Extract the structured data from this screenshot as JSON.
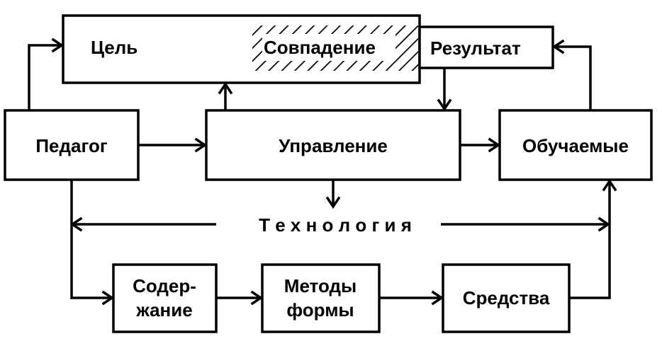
{
  "diagram": {
    "nodes": {
      "goal": "Цель",
      "match": "Совпадение",
      "result": "Результат",
      "teacher": "Педагог",
      "management": "Управление",
      "learners": "Обучаемые",
      "technology": "Т е х н о л о г и я",
      "content_line1": "Содер-",
      "content_line2": "жание",
      "methods_line1": "Методы",
      "methods_line2": "формы",
      "means": "Средства"
    },
    "edges": [
      {
        "from": "teacher",
        "to": "goal"
      },
      {
        "from": "teacher",
        "to": "management"
      },
      {
        "from": "management",
        "to": "goal"
      },
      {
        "from": "result",
        "to": "management"
      },
      {
        "from": "management",
        "to": "learners"
      },
      {
        "from": "learners",
        "to": "result"
      },
      {
        "from": "management",
        "to": "technology"
      },
      {
        "from": "teacher",
        "to": "content"
      },
      {
        "from": "content",
        "to": "methods"
      },
      {
        "from": "methods",
        "to": "means"
      },
      {
        "from": "means",
        "to": "learners"
      }
    ]
  }
}
